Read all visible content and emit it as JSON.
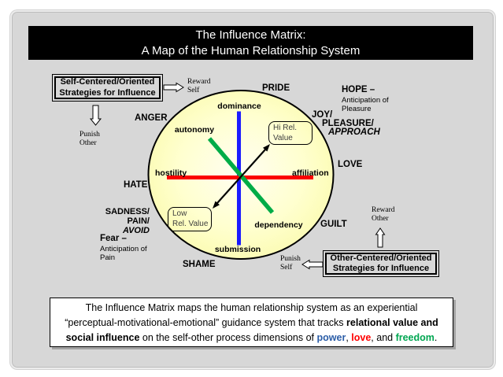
{
  "title": {
    "line1": "The Influence Matrix:",
    "line2": "A Map of the Human Relationship System"
  },
  "strategy_boxes": {
    "self": {
      "line1": "Self-Centered/Oriented",
      "line2": "Strategies for Influence"
    },
    "other": {
      "line1": "Other-Centered/Oriented",
      "line2": "Strategies for Influence"
    }
  },
  "strategy_annotations": {
    "reward_self": {
      "line1": "Reward",
      "line2": "Self"
    },
    "punish_other": {
      "line1": "Punish",
      "line2": "Other"
    },
    "punish_self": {
      "line1": "Punish",
      "line2": "Self"
    },
    "reward_other": {
      "line1": "Reward",
      "line2": "Other"
    }
  },
  "axes": {
    "dominance": "dominance",
    "submission": "submission",
    "hostility": "hostility",
    "affiliation": "affiliation",
    "autonomy": "autonomy",
    "dependency": "dependency"
  },
  "relational_value": {
    "high": {
      "line1": "Hi Rel.",
      "line2": "Value"
    },
    "low": {
      "line1": "Low",
      "line2": "Rel. Value"
    }
  },
  "emotions": {
    "pride": "PRIDE",
    "anger": "ANGER",
    "hate": "HATE",
    "shame": "SHAME",
    "guilt": "GUILT",
    "love": "LOVE",
    "joy_l1": "JOY/",
    "joy_l2": "PLEASURE/",
    "joy_l3": "APPROACH",
    "sadness_l1": "SADNESS/",
    "sadness_l2": "PAIN/",
    "sadness_l3": "AVOID",
    "hope_title": "HOPE –",
    "hope_l2": "Anticipation of",
    "hope_l3": "Pleasure",
    "fear_title": "Fear –",
    "fear_l2": "Anticipation of",
    "fear_l3": "Pain"
  },
  "footer": {
    "line1": "The Influence Matrix maps the human relationship system as an experiential",
    "line2_text": "“perceptual-motivational-emotional”  guidance system that tracks ",
    "line2_bold": "relational value and",
    "line3_bold": "social influence",
    "line3_text": " on the self-other process dimensions of ",
    "kw_power": "power",
    "sep1": ", ",
    "kw_love": "love",
    "sep2": ", and ",
    "kw_freedom": "freedom",
    "period": "."
  },
  "colors": {
    "power_axis_blue": "#1b1bff",
    "love_axis_red": "#fb0000",
    "freedom_axis_green": "#00ac47",
    "circle_fill_yellow": "#fbfba6",
    "kw_power_blue": "#2b5da7",
    "kw_love_red": "#ff0000",
    "kw_freedom_green": "#00a651",
    "slide_gray": "#d7d7d7"
  }
}
